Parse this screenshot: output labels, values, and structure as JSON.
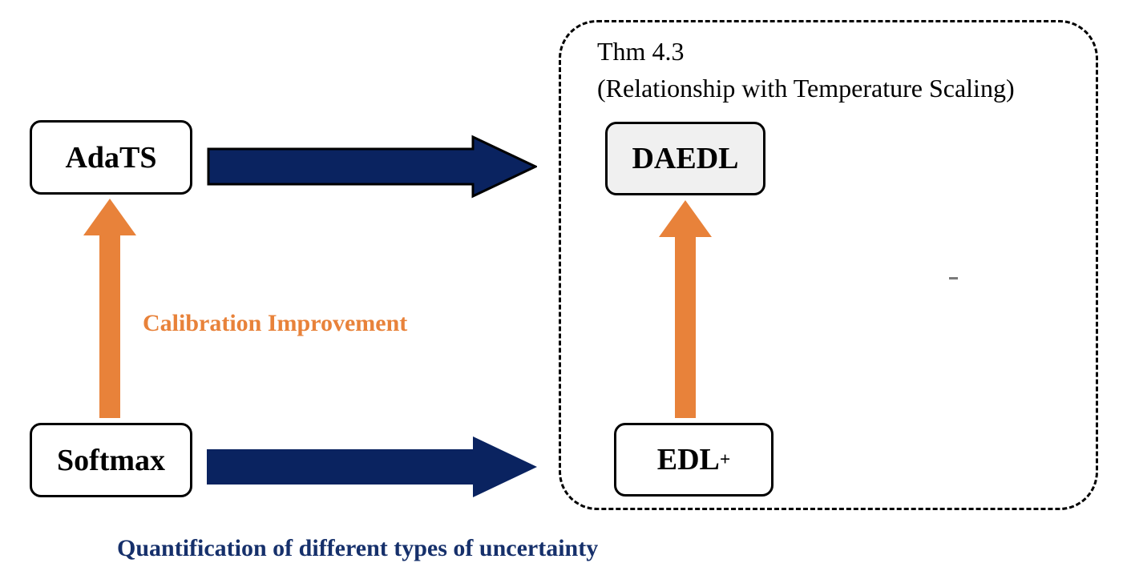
{
  "diagram": {
    "title_lines": [
      "Thm 4.3",
      "(Relationship with Temperature Scaling)"
    ],
    "title_text": "Thm 4.3\n(Relationship with Temperature Scaling)",
    "bottom_caption": "Quantification of different types of uncertainty",
    "calibration_label": "Calibration Improvement",
    "colors": {
      "navy_arrow": "#0A2360",
      "orange_arrow": "#E8823A",
      "orange_text": "#E8823A",
      "navy_text": "#16306B",
      "daedl_fill": "#F0F0F0",
      "node_border": "#000000",
      "group_border": "#000000"
    },
    "nodes": [
      {
        "id": "adats",
        "label": "AdaTS",
        "fill": "#FFFFFF",
        "in_group": false
      },
      {
        "id": "softmax",
        "label": "Softmax",
        "fill": "#FFFFFF",
        "in_group": false
      },
      {
        "id": "daedl",
        "label": "DAEDL",
        "fill": "#F0F0F0",
        "in_group": true
      },
      {
        "id": "edlplus",
        "label": "EDL",
        "superscript": "+",
        "fill": "#FFFFFF",
        "in_group": true
      }
    ],
    "arrows": [
      {
        "id": "softmax-to-adats",
        "from": "Softmax",
        "to": "AdaTS",
        "color": "#E8823A",
        "direction": "up",
        "annotation": "Calibration Improvement"
      },
      {
        "id": "edlplus-to-daedl",
        "from": "EDL+",
        "to": "DAEDL",
        "color": "#E8823A",
        "direction": "up",
        "annotation": ""
      },
      {
        "id": "adats-to-daedl",
        "from": "AdaTS",
        "to": "DAEDL",
        "color": "#0A2360",
        "direction": "right",
        "annotation": "Quantification of different types of uncertainty"
      },
      {
        "id": "softmax-to-edlplus",
        "from": "Softmax",
        "to": "EDL+",
        "color": "#0A2360",
        "direction": "right",
        "annotation": "Quantification of different types of uncertainty"
      }
    ]
  }
}
